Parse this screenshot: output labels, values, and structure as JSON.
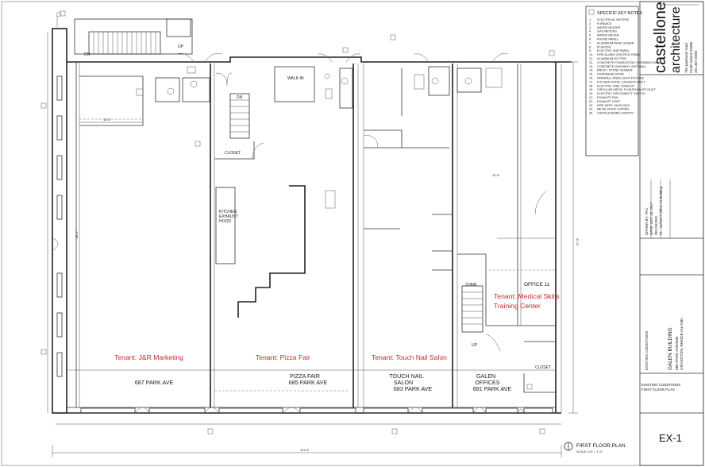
{
  "tenants": [
    {
      "label": "Tenant: J&R Marketing"
    },
    {
      "label": "Tenant: Pizza Fair"
    },
    {
      "label": "Tenant: Touch Nail Salon"
    },
    {
      "label": "Tenant: Medical Skills Training Center"
    }
  ],
  "medical_tenant_lines": [
    "Tenant: Medical Skills",
    "Training Center"
  ],
  "office_label": "OFFICE 11",
  "units": [
    {
      "lines": [
        "687 PARK AVE"
      ]
    },
    {
      "lines": [
        "PIZZA FAIR",
        "685 PARK AVE"
      ]
    },
    {
      "lines": [
        "TOUCH NAIL",
        "SALON",
        "683 PARK AVE"
      ]
    },
    {
      "lines": [
        "GALEN",
        "OFFICES",
        "681 PARK AVE"
      ]
    }
  ],
  "room_labels": {
    "walk_in": "WALK-IN",
    "closet_1": "CLOSET",
    "closet_2": "CLOSET",
    "kitchen_hood": [
      "KITCHEN",
      "EXHAUST",
      "HOOD"
    ],
    "stair": "STAIR",
    "dn": "DN",
    "up": "UP"
  },
  "key_notes": {
    "title": "SPECIFIC KEY NOTES",
    "items": [
      "ELECTRICAL METERS",
      "FURNACE",
      "WATER HEATER",
      "GAS METERS",
      "WATER METER",
      "PHONE PANEL",
      "ALUMINUM RAIN LEADER",
      "PLASTER",
      "ELECTRIC SUB PANEL",
      "FIRE ALARM CONTROL PANEL",
      "ALUMINUM GUTTER",
      "CONCRETE FOUNDATION / DEMISING WALL",
      "CONCRETE MASONRY UNIT WALL",
      "BRICK / STONE VENEER",
      "OVERHEAD DOOR",
      "FIREWALL AREA LIGHT FIXTURE",
      "KITCHEN HOOD, EXHAUST DUCT",
      "ELECTRIC RISE CONDUIT",
      "CIRCULAR METAL FLUE/EXHAUST DUCT",
      "ELECTRIC DISCONNECT SWITCH",
      "EXHAUST FAN",
      "EXHAUST VENT",
      "FIRE DEPT. KNOX BOX",
      "METAL ROOF COPING",
      "CANTILEVERED CANOPY"
    ]
  },
  "firm": {
    "name_line1": "castellone",
    "name_line2": "architecture",
    "address": [
      "792 pawtuxet road",
      "rhode island 02888",
      "401.467.0093"
    ]
  },
  "project": {
    "drawn_by": "DRAWN BY: PAC",
    "date": "DATE: OCT 18, 2017",
    "revisions": "REVISIONS",
    "rev_1": "#1 - 11/21/17 Office 21 Building",
    "stage": "EXISTING CONDITIONS",
    "building": "GALEN BUILDING",
    "address1": "685 PARK AVENUE",
    "address2": "CRANSTON, RHODE ISLAND"
  },
  "sheet": {
    "title_line1": "EXISTING CONDITIONS",
    "title_line2": "FIRST FLOOR PLAN",
    "number": "EX-1"
  },
  "plan_caption": {
    "title": "FIRST FLOOR PLAN",
    "scale": "SCALE: 1/4\" = 1'-0\""
  },
  "dims": {
    "overall_width": "101'-8\"",
    "overall_depth": "91'-0\"",
    "left_depth": "66'-0\"",
    "rear_room": "15'-0\"",
    "unit_span": "12'-6\""
  }
}
